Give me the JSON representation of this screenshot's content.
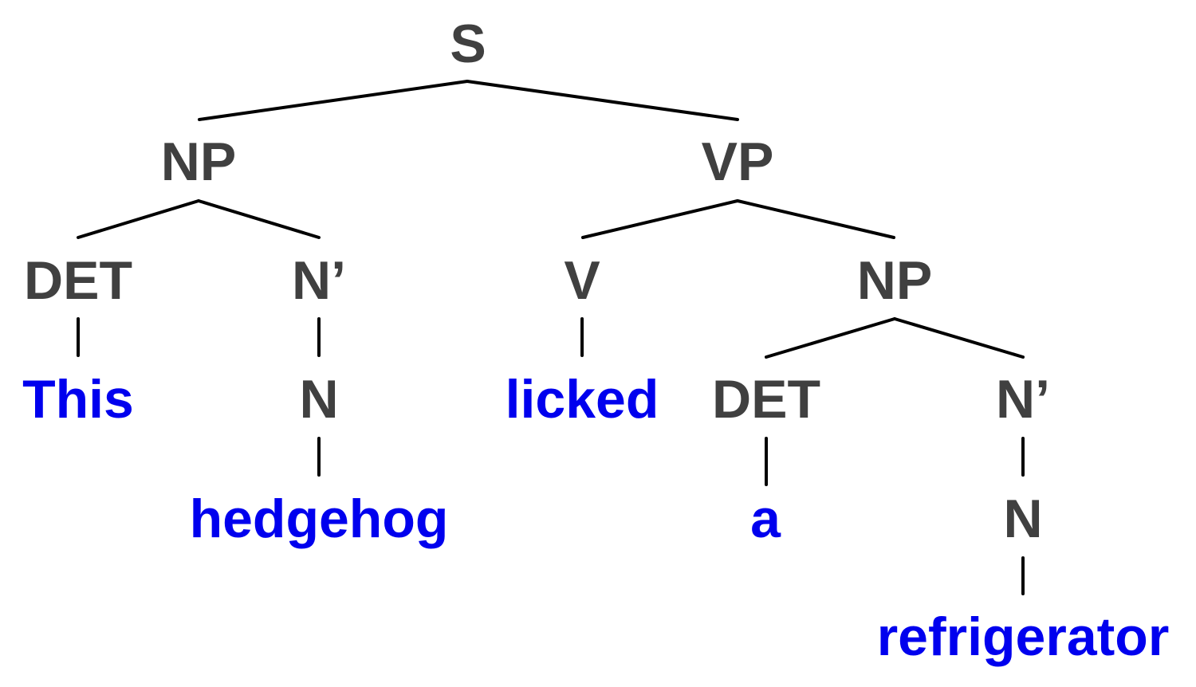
{
  "colors": {
    "category": "#404040",
    "word": "#0000ee",
    "edge": "#000000"
  },
  "tree": {
    "root": {
      "label": "S",
      "children": [
        {
          "label": "NP",
          "children": [
            {
              "label": "DET",
              "children": [
                {
                  "label": "This",
                  "word": true
                }
              ]
            },
            {
              "label": "N’",
              "children": [
                {
                  "label": "N",
                  "children": [
                    {
                      "label": "hedgehog",
                      "word": true
                    }
                  ]
                }
              ]
            }
          ]
        },
        {
          "label": "VP",
          "children": [
            {
              "label": "V",
              "children": [
                {
                  "label": "licked",
                  "word": true
                }
              ]
            },
            {
              "label": "NP",
              "children": [
                {
                  "label": "DET",
                  "children": [
                    {
                      "label": "a",
                      "word": true
                    }
                  ]
                },
                {
                  "label": "N’",
                  "children": [
                    {
                      "label": "N",
                      "children": [
                        {
                          "label": "refrigerator",
                          "word": true
                        }
                      ]
                    }
                  ]
                }
              ]
            }
          ]
        }
      ]
    }
  }
}
